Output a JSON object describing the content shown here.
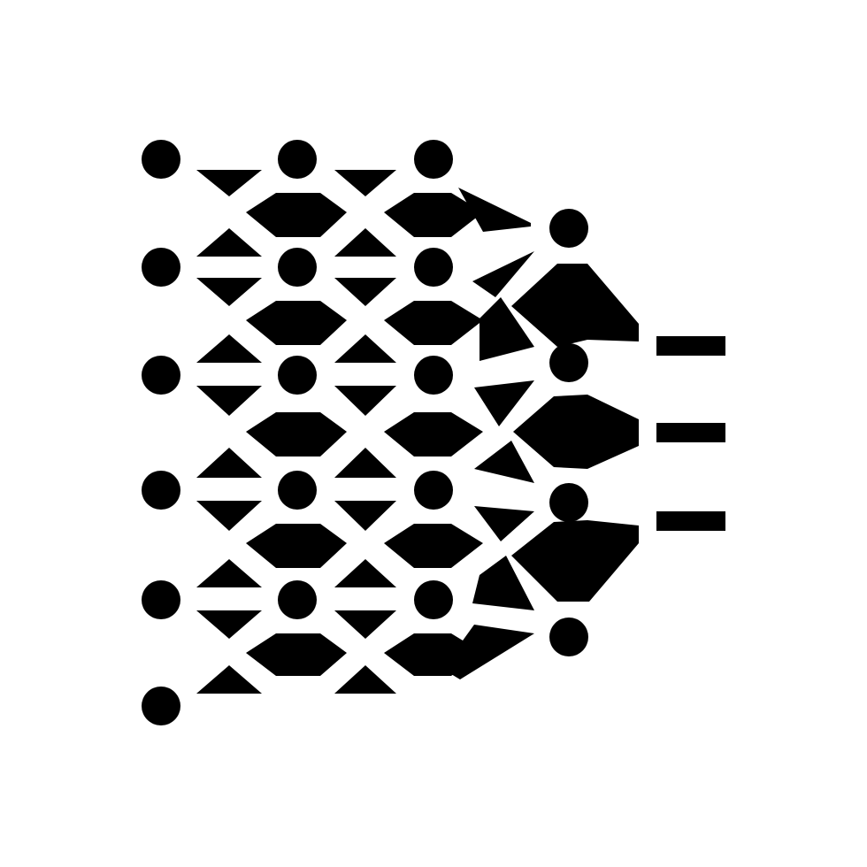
{
  "icon": {
    "name": "neural-network-glyph-icon",
    "style": "glyph",
    "foreground": "#000000",
    "background": "#ffffff",
    "layers": [
      6,
      5,
      5,
      4
    ],
    "output_lines": 3
  }
}
